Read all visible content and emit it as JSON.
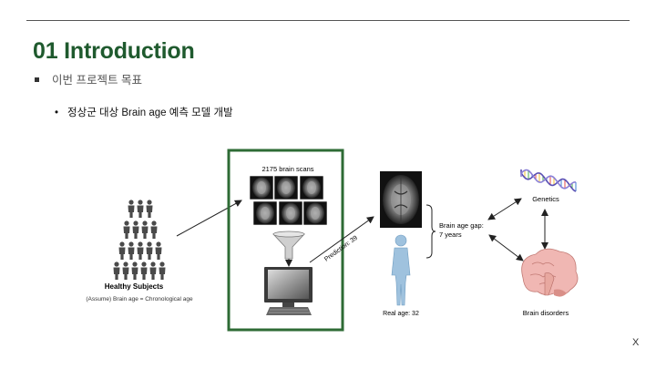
{
  "slide": {
    "title": "01 Introduction",
    "bullet_main": "이번 프로젝트 목표",
    "bullet_sub": "정상군 대상 Brain age 예측 모델 개발",
    "close_label": "X"
  },
  "figure": {
    "subjects_label": "Healthy Subjects",
    "subjects_caption": "(Assume) Brain age = Chronological age",
    "scans_label": "2175 brain scans",
    "prediction_label": "Prediction: 39",
    "real_age_label": "Real age: 32",
    "gap_label_line1": "Brain age gap:",
    "gap_label_line2": "7 years",
    "genetics_label": "Genetics",
    "disorders_label": "Brain disorders",
    "box_color": "#2e6b35"
  }
}
